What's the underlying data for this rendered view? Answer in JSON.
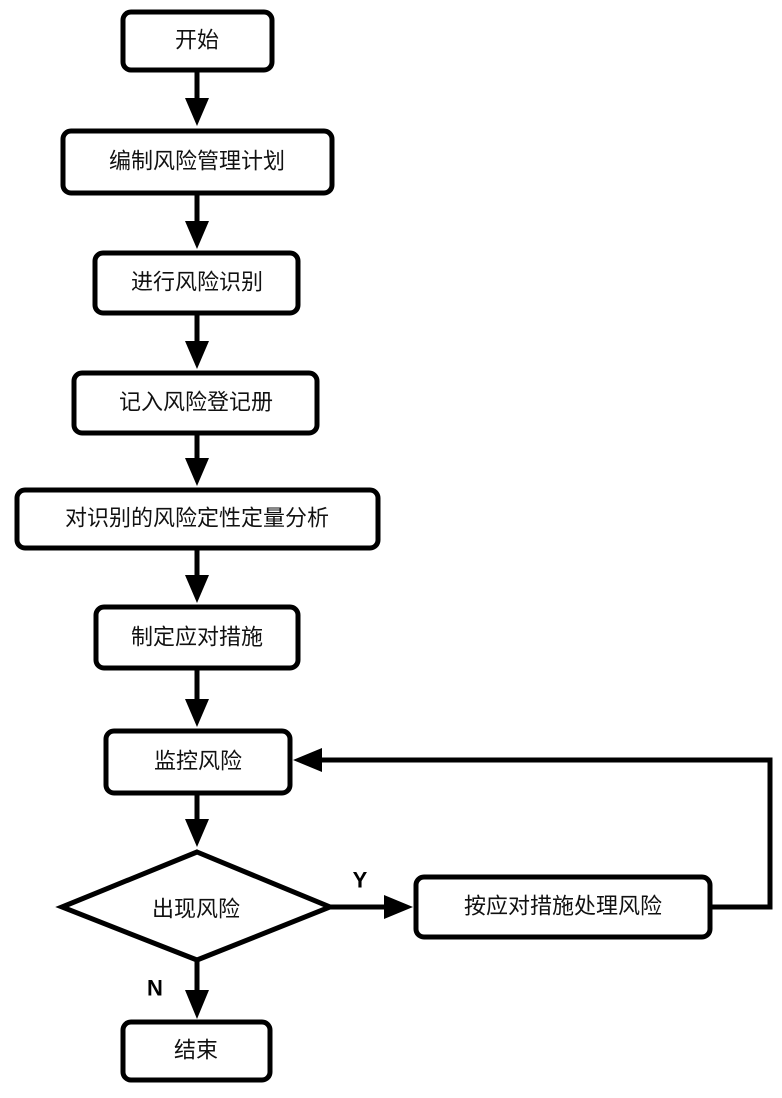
{
  "diagram": {
    "type": "flowchart",
    "nodes": [
      {
        "id": "start",
        "shape": "rounded-rect",
        "label": "开始"
      },
      {
        "id": "plan",
        "shape": "rounded-rect",
        "label": "编制风险管理计划"
      },
      {
        "id": "identify",
        "shape": "rounded-rect",
        "label": "进行风险识别"
      },
      {
        "id": "register",
        "shape": "rounded-rect",
        "label": "记入风险登记册"
      },
      {
        "id": "analyze",
        "shape": "rounded-rect",
        "label": "对识别的风险定性定量分析"
      },
      {
        "id": "respond",
        "shape": "rounded-rect",
        "label": "制定应对措施"
      },
      {
        "id": "monitor",
        "shape": "rounded-rect",
        "label": "监控风险"
      },
      {
        "id": "decision",
        "shape": "diamond",
        "label": "出现风险"
      },
      {
        "id": "handle",
        "shape": "rounded-rect",
        "label": "按应对措施处理风险"
      },
      {
        "id": "end",
        "shape": "rounded-rect",
        "label": "结束"
      }
    ],
    "edges": [
      {
        "from": "start",
        "to": "plan",
        "label": ""
      },
      {
        "from": "plan",
        "to": "identify",
        "label": ""
      },
      {
        "from": "identify",
        "to": "register",
        "label": ""
      },
      {
        "from": "register",
        "to": "analyze",
        "label": ""
      },
      {
        "from": "analyze",
        "to": "respond",
        "label": ""
      },
      {
        "from": "respond",
        "to": "monitor",
        "label": ""
      },
      {
        "from": "monitor",
        "to": "decision",
        "label": ""
      },
      {
        "from": "decision",
        "to": "handle",
        "label": "Y"
      },
      {
        "from": "decision",
        "to": "end",
        "label": "N"
      },
      {
        "from": "handle",
        "to": "monitor",
        "label": ""
      }
    ],
    "colors": {
      "stroke": "#000000",
      "fill": "#ffffff",
      "text": "#111111"
    }
  }
}
